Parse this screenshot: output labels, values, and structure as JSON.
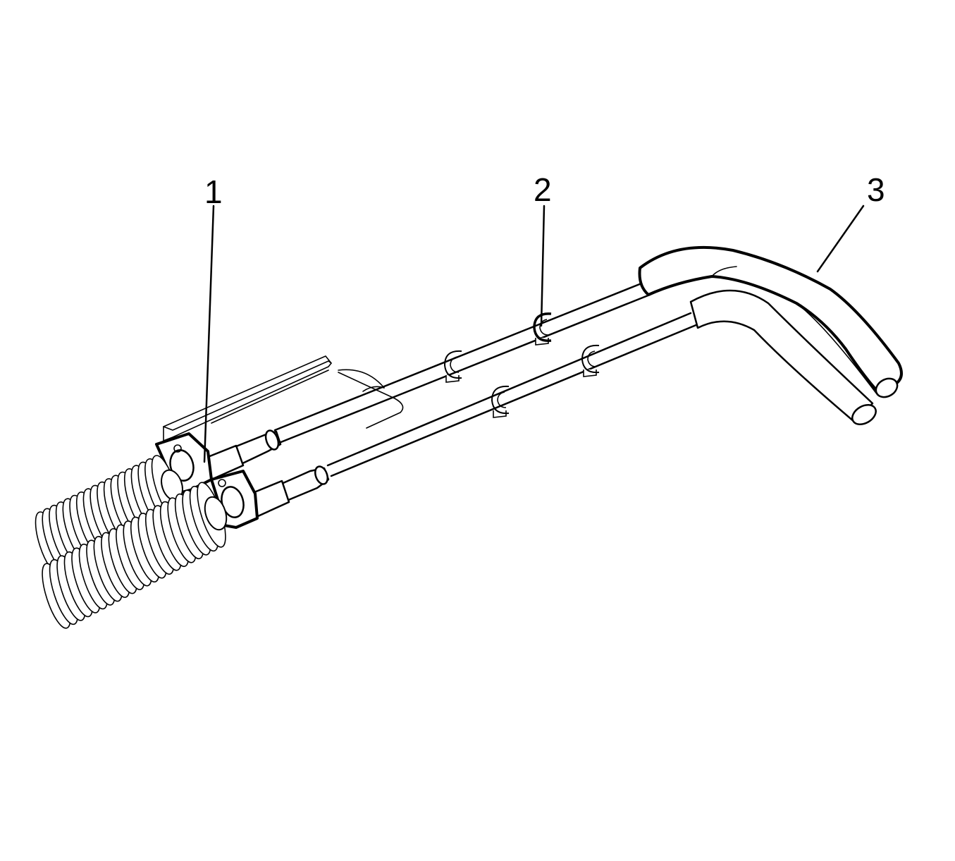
{
  "diagram": {
    "callouts": [
      {
        "id": "callout-1",
        "label": "1"
      },
      {
        "id": "callout-2",
        "label": "2"
      },
      {
        "id": "callout-3",
        "label": "3"
      }
    ],
    "colors": {
      "line": "#000000",
      "background": "#ffffff"
    }
  }
}
